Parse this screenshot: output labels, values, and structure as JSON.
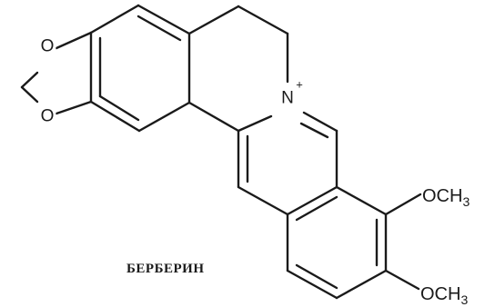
{
  "caption": "БЕРБЕРИН",
  "atoms": {
    "oxygen_top": "O",
    "oxygen_bottom": "O",
    "nitrogen": "N",
    "nitrogen_charge": "+"
  },
  "groups": {
    "methoxy_top": {
      "main": "OCH",
      "sub": "3"
    },
    "methoxy_bottom": {
      "main": "OCH",
      "sub": "3"
    }
  },
  "colors": {
    "ink": "#1a1a1a",
    "background": "#ffffff"
  }
}
